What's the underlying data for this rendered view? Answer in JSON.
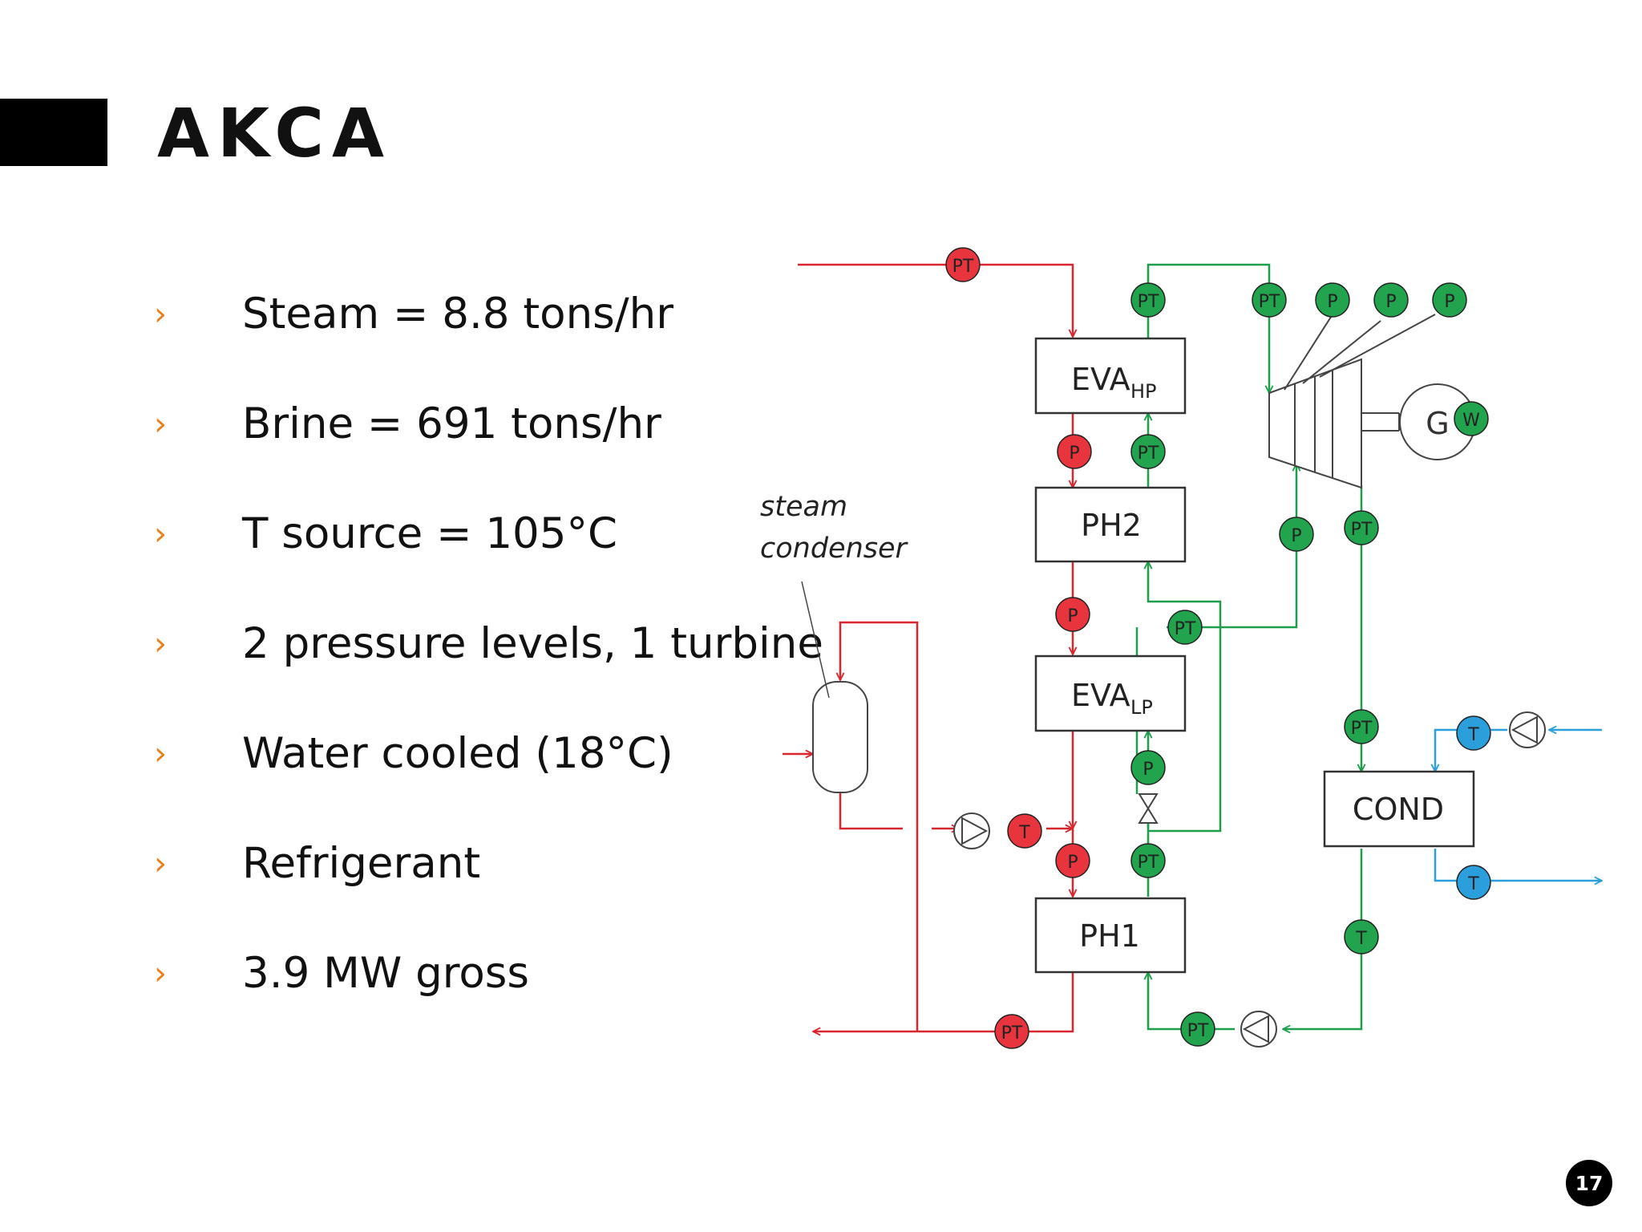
{
  "slide": {
    "title": "AKCA",
    "page_number": "17",
    "bullets": [
      "Steam = 8.8 tons/hr",
      "Brine = 691 tons/hr",
      "T source = 105°C",
      "2 pressure levels, 1 turbine",
      "Water cooled (18°C)",
      "Refrigerant",
      "3.9 MW gross"
    ]
  },
  "diagram": {
    "annotation_line1": "steam",
    "annotation_line2": "condenser",
    "boxes": {
      "eva_hp_main": "EVA",
      "eva_hp_sub": "HP",
      "ph2": "PH2",
      "eva_lp_main": "EVA",
      "eva_lp_sub": "LP",
      "ph1": "PH1",
      "cond": "COND"
    },
    "generator_label": "G",
    "sensors": {
      "pt": "PT",
      "p": "P",
      "t": "T",
      "w": "W"
    },
    "colors": {
      "brine": "#d9262e",
      "working_fluid": "#1e9e4a",
      "cooling_water": "#2b9fdc",
      "accent": "#e87f1a"
    }
  }
}
